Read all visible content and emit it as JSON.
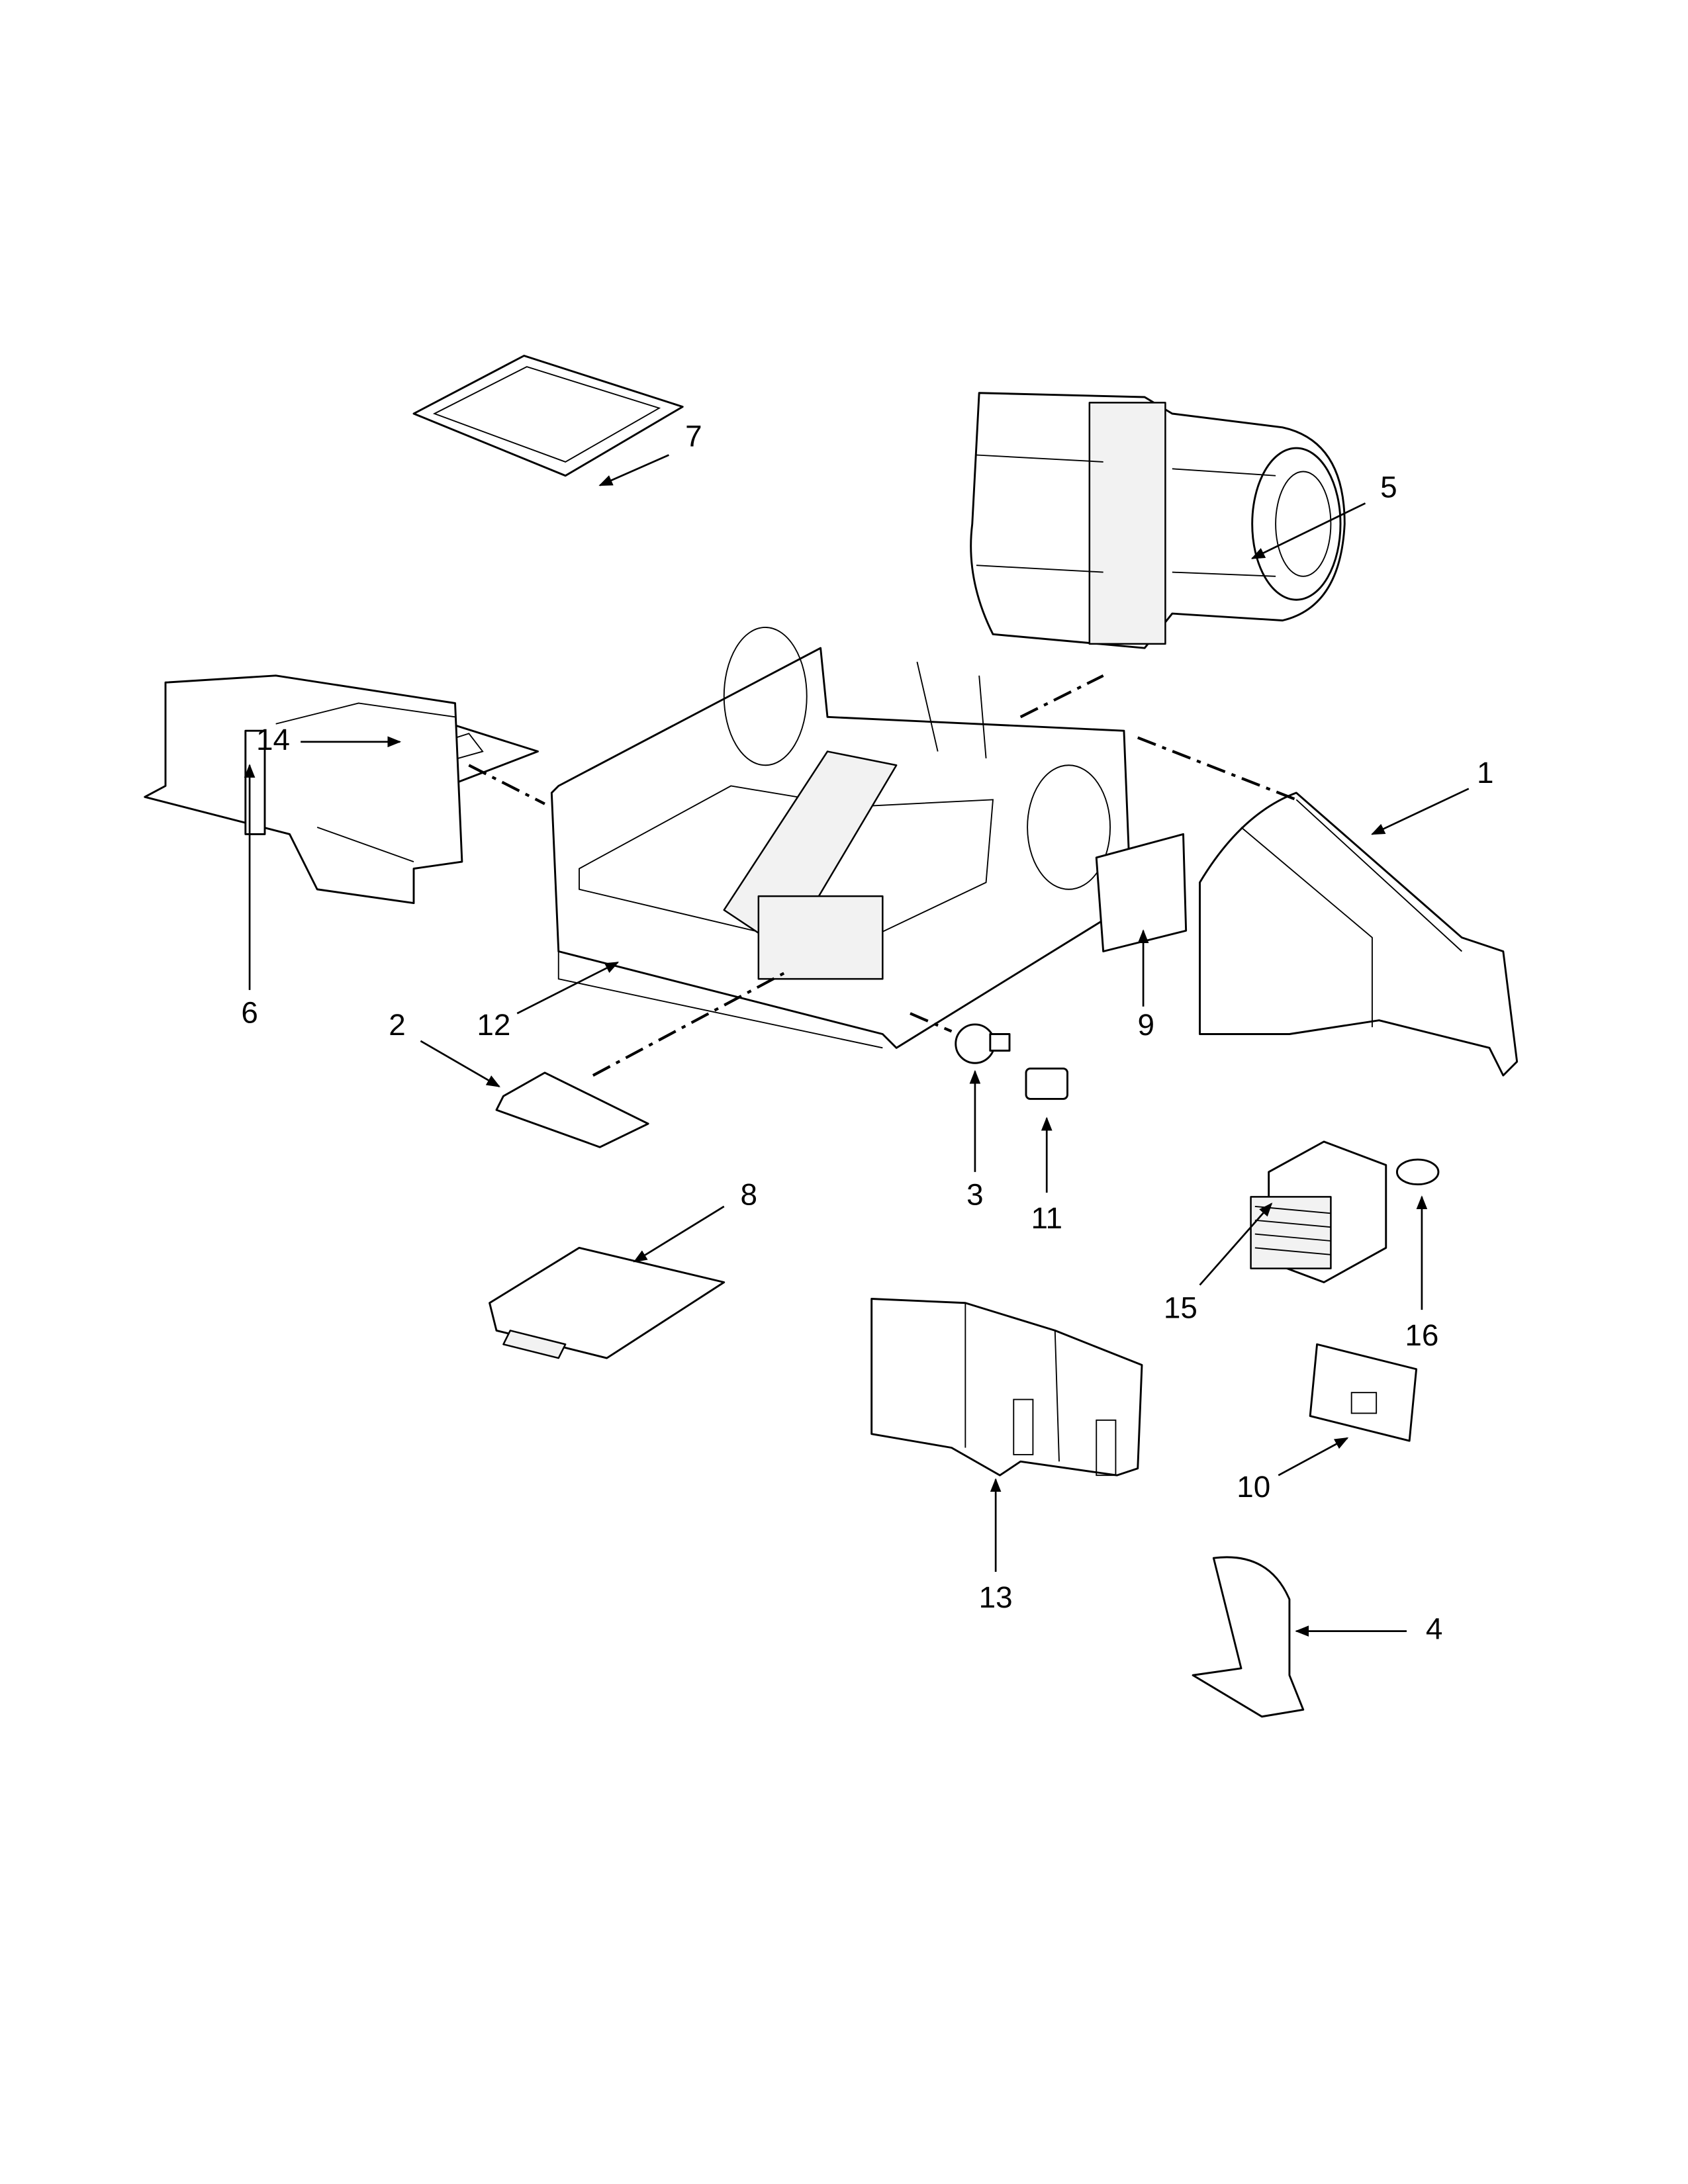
{
  "diagram": {
    "type": "exploded-parts-diagram",
    "callouts": [
      "1",
      "2",
      "3",
      "4",
      "5",
      "6",
      "7",
      "8",
      "9",
      "10",
      "11",
      "12",
      "13",
      "14",
      "15",
      "16"
    ]
  }
}
